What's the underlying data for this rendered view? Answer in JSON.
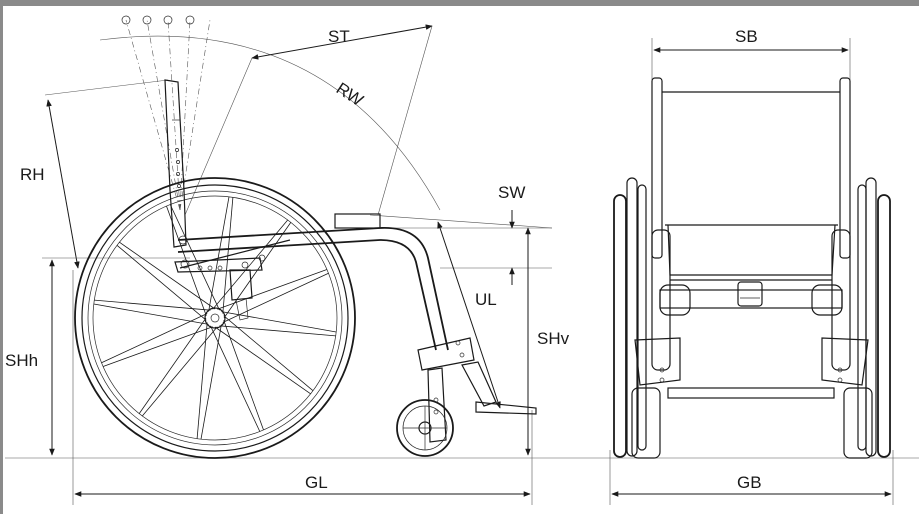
{
  "labels": {
    "st": "ST",
    "rw": "RW",
    "rh": "RH",
    "sw": "SW",
    "ul": "UL",
    "shh": "SHh",
    "shv": "SHv",
    "gl": "GL",
    "sb": "SB",
    "gb": "GB"
  },
  "colors": {
    "line": "#1a1a1a",
    "frame": "#8a8a8a",
    "background": "#ffffff"
  }
}
